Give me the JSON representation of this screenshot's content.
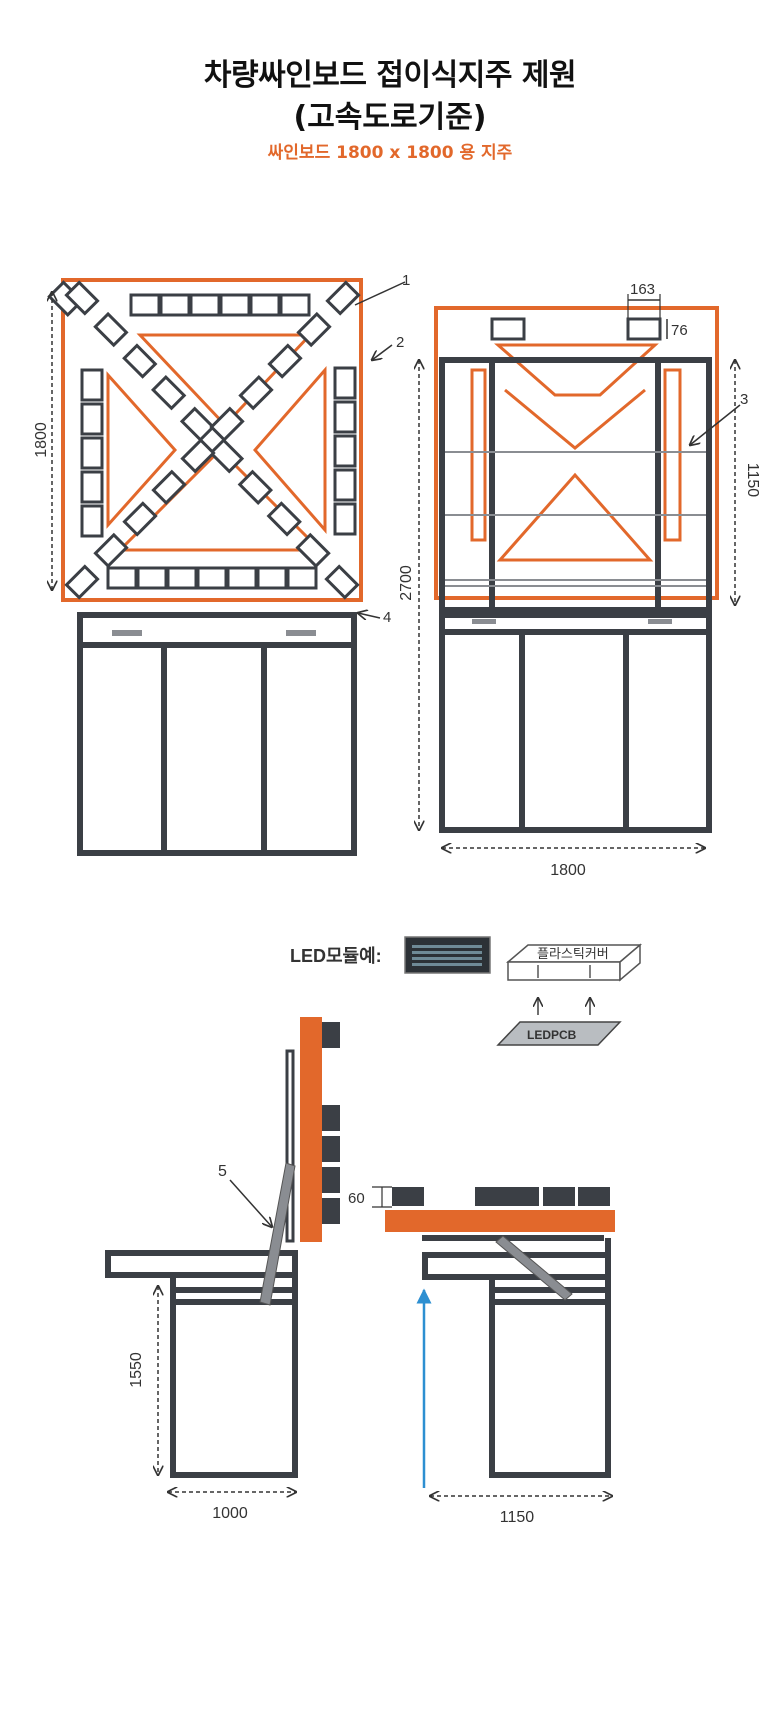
{
  "header": {
    "title_line1": "차량싸인보드 접이식지주 제원",
    "title_line2": "(고속도로기준)",
    "subtitle": "싸인보드 1800 x 1800 용 지주"
  },
  "colors": {
    "orange": "#e2682b",
    "frame": "#3b3f45",
    "blue_arrow": "#2d8fd1"
  },
  "front_view": {
    "dim_height": "1800",
    "callout_1": "1",
    "callout_2": "2",
    "callout_4": "4"
  },
  "side_view": {
    "dim_163": "163",
    "dim_76": "76",
    "dim_1150": "1150",
    "dim_2700": "2700",
    "dim_width": "1800",
    "callout_3": "3"
  },
  "led_example": {
    "label": "LED모듈예:",
    "cover_label": "플라스틱커버",
    "pcb_label": "LEDPCB"
  },
  "folded_left": {
    "callout_5": "5",
    "dim_height": "1550",
    "dim_width": "1000"
  },
  "folded_right": {
    "dim_60": "60",
    "dim_width": "1150"
  }
}
